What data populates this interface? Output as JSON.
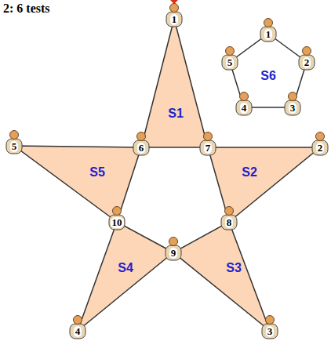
{
  "diagram": {
    "title": "2: 6 tests",
    "nodes": [
      {
        "text": [
          "S1"
        ]
      },
      {
        "text": [
          "S2"
        ]
      },
      {
        "text": [
          "S3"
        ]
      },
      {
        "text": [
          "S4"
        ]
      },
      {
        "text": [
          "S5"
        ]
      },
      {
        "text": [
          "S6"
        ]
      }
    ],
    "labels": [
      "1",
      "2",
      "3",
      "4",
      "5",
      "6",
      "7",
      "8",
      "9",
      "10",
      "1",
      "2",
      "3",
      "4",
      "5"
    ]
  }
}
